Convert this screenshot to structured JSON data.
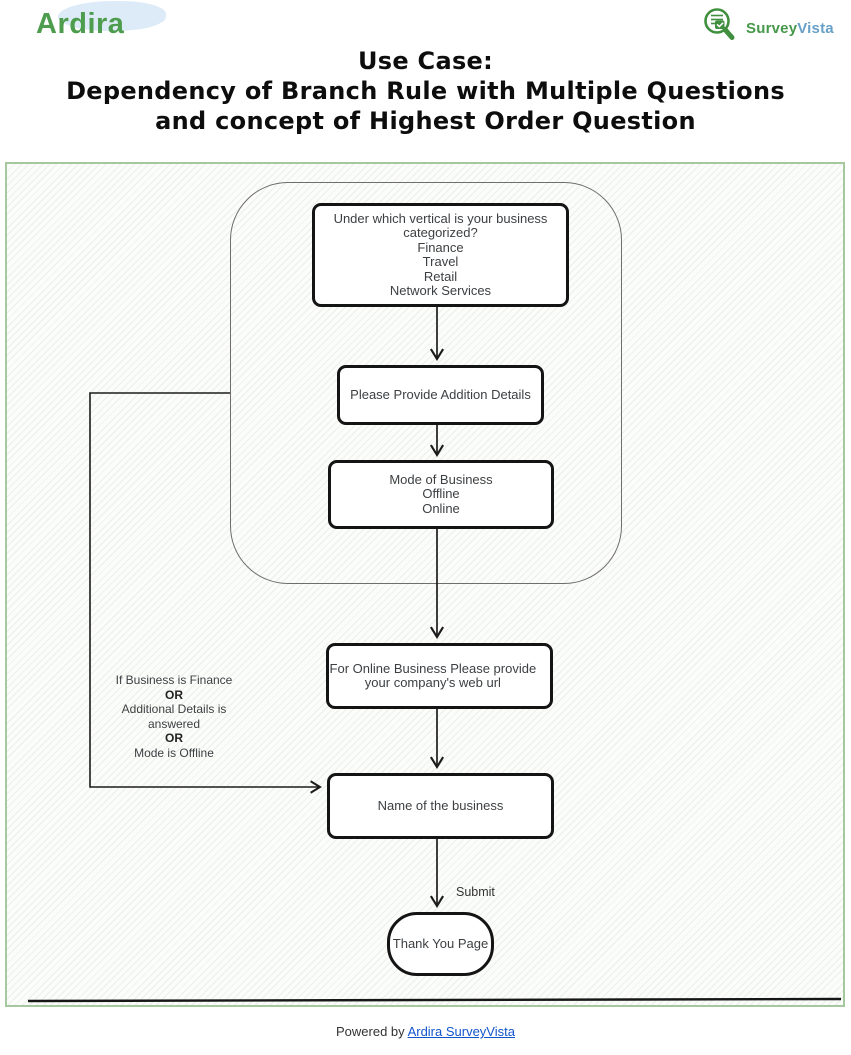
{
  "header": {
    "ardira_brand": "Ardira",
    "surveyvista": {
      "survey": "Survey",
      "vista": "Vista"
    }
  },
  "title": {
    "line1": "Use Case:",
    "line2": "Dependency of Branch Rule with Multiple Questions",
    "line3": "and concept of Highest Order Question"
  },
  "flowchart": {
    "nodes": {
      "vertical_question": "Under which vertical is your business categorized?\nFinance\nTravel\nRetail\nNetwork Services",
      "additional_details": "Please Provide Addition Details",
      "mode_of_business": "Mode of Business\nOffline\nOnline",
      "web_url": "For Online Business Please provide your company's web url",
      "business_name": "Name of the business",
      "thank_you": "Thank You Page"
    },
    "branch_condition": {
      "lines": [
        "If Business is Finance",
        "OR",
        "Additional Details is",
        "answered",
        "OR",
        "Mode is Offline"
      ]
    },
    "submit_label": "Submit"
  },
  "footer": {
    "powered_by": "Powered by",
    "link_text": "Ardira SurveyVista"
  },
  "colors": {
    "brand_green": "#4e9d4e",
    "vista_blue": "#68a0c8",
    "region_border_green": "#a6c89e",
    "link_blue": "#1155cc"
  }
}
